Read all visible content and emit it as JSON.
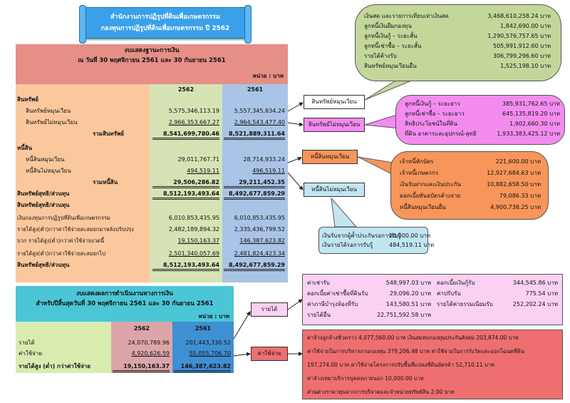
{
  "title": {
    "line1": "สำนักงานการปฏิรูปที่ดินเพื่อเกษตรกรรม",
    "line2": "กองทุนการปฏิรูปที่ดินเพื่อเกษตรกรรม  ปี 2562"
  },
  "balance_sheet": {
    "heading": "งบแสดงฐานะการเงิน",
    "date_line": "ณ  วันที่ 30 พฤศจิกายน 2561 และ 30 กันยายน 2561",
    "unit": "หน่วย : บาท",
    "col_2562": "2562",
    "col_2561": "2561",
    "rows": [
      {
        "label": "สินทรัพย์",
        "v2562": "",
        "v2561": "",
        "style": "b"
      },
      {
        "label": "สินทรัพย์หมุนเวียน",
        "v2562": "5,575,346,113.19",
        "v2561": "5,557,345,834.24",
        "style": "i1"
      },
      {
        "label": "สินทรัพย์ไม่หมุนเวียน",
        "v2562": "2,966,353,667.27",
        "v2561": "2,964,543,477.40",
        "style": "i1u"
      },
      {
        "label": "รวมสินทรัพย์",
        "v2562": "8,541,699,780.46",
        "v2561": "8,521,889,311.64",
        "style": "tot"
      },
      {
        "label": "หนี้สิน",
        "v2562": "",
        "v2561": "",
        "style": "b"
      },
      {
        "label": "หนี้สินหมุนเวียน",
        "v2562": "29,011,767.71",
        "v2561": "28,714,933.24",
        "style": "i1"
      },
      {
        "label": "หนี้สินไม่หมุนเวียน",
        "v2562": "494,519.11",
        "v2561": "496,519.11",
        "style": "i1u"
      },
      {
        "label": "รวมหนี้สิน",
        "v2562": "29,506,286.82",
        "v2561": "29,211,452.35",
        "style": "tot"
      },
      {
        "label": "สินทรัพย์สุทธิ/ส่วนทุน",
        "v2562": "8,512,193,493.64",
        "v2561": "8,492,677,859.29",
        "style": "btot"
      },
      {
        "label": "สินทรัพย์สุทธิ/ส่วนทุน",
        "v2562": "",
        "v2561": "",
        "style": "b"
      },
      {
        "label": "เงินกองทุนการปฏิรูปที่ดินเพื่อเกษตรกรรม",
        "v2562": "6,010,853,435.95",
        "v2561": "6,010,853,435.95",
        "style": "p"
      },
      {
        "label": "รายได้สูง(ต่ำ)กว่าค่าใช้จ่ายสะสมยกมาหลังปรับปรุง",
        "v2562": "2,482,189,894.32",
        "v2561": "2,335,436,799.52",
        "style": "p"
      },
      {
        "label": "บวก  รายได้สูง(ต่ำ)กว่าค่าใช้จ่ายงวดนี้",
        "v2562": "19,150,163.37",
        "v2561": "146,387,623.82",
        "style": "pu"
      },
      {
        "label": "รายได้สูง(ต่ำ)กว่าค่าใช้จ่ายสะสมยกไป",
        "v2562": "2,501,340,057.69",
        "v2561": "2,481,824,423.34",
        "style": "pu"
      },
      {
        "label": "สินทรัพย์สุทธิ/ส่วนทุน",
        "v2562": "8,512,193,493.64",
        "v2561": "8,492,677,859.29",
        "style": "btot"
      }
    ]
  },
  "operations": {
    "heading": "งบแสดงผลการดำเนินงานทางการเงิน",
    "period_line": "สำหรับปีสิ้นสุดวันที่ 30 พฤศจิกายน 2561 และ 30 กันยายน 2561",
    "unit": "หน่วย : บาท",
    "col_2562": "2562",
    "col_2561": "2561",
    "rows": [
      {
        "label": "รายได้",
        "v2562": "24,070,789.96",
        "v2561": "201,443,330.52"
      },
      {
        "label": "ค่าใช้จ่าย",
        "v2562": "4,920,626.59",
        "v2561": "55,055,706.70"
      },
      {
        "label": "รายได้สูง (ต่ำ) กว่าค่าใช้จ่าย",
        "v2562": "19,150,163.37",
        "v2561": "146,387,623.82"
      }
    ]
  },
  "labels": {
    "current_assets": "สินทรัพย์หมุนเวียน",
    "noncurrent_assets": "สินทรัพย์ไม่หมุนเวียน",
    "current_liabilities": "หนี้สินหมุนเวียน",
    "noncurrent_liabilities": "หนี้สินไม่หมุนเวียน",
    "revenue": "รายได้",
    "expense": "ค่าใช้จ่าย"
  },
  "current_assets_detail": [
    {
      "label": "เงินสด และรายการเทียบเท่าเงินสด",
      "value": "3,468,610,258.24 บาท"
    },
    {
      "label": "ลูกหนี้เงินยืมกองทุน",
      "value": "1,842,690.00 บาท"
    },
    {
      "label": "ลูกหนี้เงินกู้ – ระยะสั้น",
      "value": "1,290,576,757.65 บาท"
    },
    {
      "label": "ลูกหนี้เช่าซื้อ – ระยะสั้น",
      "value": "505,991,912.60 บาท"
    },
    {
      "label": "รายได้ค้างรับ",
      "value": "306,799,296.60 บาท"
    },
    {
      "label": "สินทรัพย์หมุนเวียนอื่น",
      "value": "1,525,198.10 บาท"
    }
  ],
  "noncurrent_assets_detail": [
    {
      "label": "ลูกหนี้เงินกู้ – ระยะยาว",
      "value": "385,931,762.65 บาท"
    },
    {
      "label": "ลูกหนี้เช่าซื้อ – ระยะยาว",
      "value": "645,135,819.20 บาท"
    },
    {
      "label": "สิทธิประโยชน์ในที่ดิน",
      "value": "1,902,660.30 บาท"
    },
    {
      "label": "ที่ดิน อาคารและอุปกรณ์-สุทธิ",
      "value": "1,933,383,425.12 บาท"
    }
  ],
  "current_liabilities_detail": [
    {
      "label": "เจ้าหนี้หักบัตร",
      "value": "221,600.00 บาท"
    },
    {
      "label": "เจ้าหนี้เกษตรกร",
      "value": "12,927,684.63 บาท"
    },
    {
      "label": "เงินรับฝากและเงินประกัน",
      "value": "10,882,658.50 บาท"
    },
    {
      "label": "ดอกเบี้ยพันธบัตรค้างจ่าย",
      "value": "79,086.33 บาท"
    },
    {
      "label": "หนี้สินหมุนเวียนอื่น",
      "value": "4,900,738.25 บาท"
    }
  ],
  "noncurrent_liabilities_detail": [
    {
      "label": "เงินรับจากผู้ค้ำประกันรอการรับรู้",
      "value": "10,000.00 บาท"
    },
    {
      "label": "เงินรายได้รอการรับรู้",
      "value": "484,519.11 บาท"
    }
  ],
  "revenue_detail": [
    {
      "label": "ค่าเช่ารับ",
      "value": "548,997.03 บาท",
      "label2": "ดอกเบี้ยเงินกู้รับ",
      "value2": "344,545.86 บาท"
    },
    {
      "label": "ดอกเบี้ยค่าเช่าซื้อที่ดินรับ",
      "value": "29,096.20 บาท",
      "label2": "ค่าปรับรับ",
      "value2": "775.54 บาท"
    },
    {
      "label": "ค่าภาษีบำรุงท้องที่รับ",
      "value": "143,580.51 บาท",
      "label2": "รายได้ค่าธรรมเนียมรับ",
      "value2": "252,202.24 บาท"
    },
    {
      "label": "รายได้อื่น",
      "value": "22,751,592.58 บาท",
      "label2": "",
      "value2": ""
    }
  ],
  "expense_detail": [
    "ค่าจ้างลูกจ้างชั่วคราว  4,077,560.00 บาท  เงินสมทบกองทุนประกันสังคม  203,874.00 บาท",
    "ค่าใช้จ่ายในการบริหารงานกองทุน 379,206.48 บาท  ค่าใช้จ่ายในการรังวัดและออกโฉนดที่ดิน",
    "197,274.00 บาท  ค่าใช้จ่ายโครงการปรับพื้นที่แปลงที่ดินอัตรค้า 52,710.11 บาท",
    "ค่าจ้างเหมาบริการบุคคลภายนอก 10,000.00 บาท",
    "ส่วนต่างราคาทุนจากการบริจาคและจำหน่ายทรัพย์สิน 2.00 บาท"
  ]
}
